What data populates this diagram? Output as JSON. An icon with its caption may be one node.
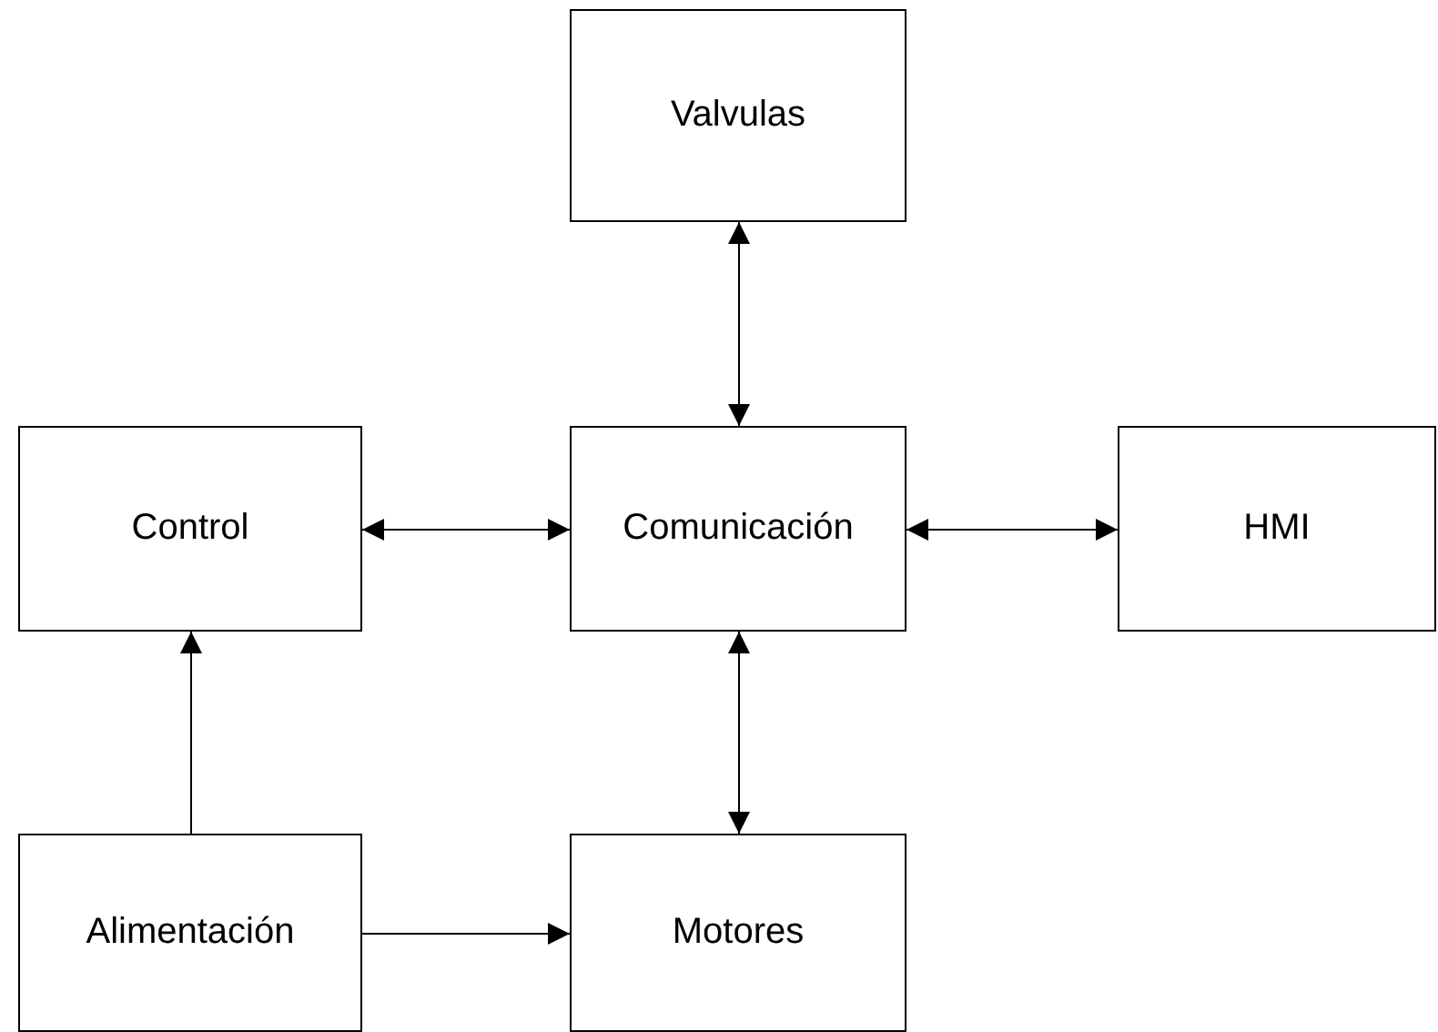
{
  "diagram": {
    "nodes": [
      {
        "text": [
          "Valvulas"
        ]
      },
      {
        "text": [
          "Control"
        ]
      },
      {
        "text": [
          "Comunicación"
        ]
      },
      {
        "text": [
          "HMI"
        ]
      },
      {
        "text": [
          "Alimentación"
        ]
      },
      {
        "text": [
          "Motores"
        ]
      }
    ],
    "edges": [
      {
        "from": 0,
        "to": 2,
        "arrow": "both"
      },
      {
        "from": 1,
        "to": 2,
        "arrow": "both"
      },
      {
        "from": 2,
        "to": 3,
        "arrow": "both"
      },
      {
        "from": 2,
        "to": 5,
        "arrow": "both"
      },
      {
        "from": 4,
        "to": 1,
        "arrow": "to"
      },
      {
        "from": 4,
        "to": 5,
        "arrow": "to"
      }
    ]
  }
}
